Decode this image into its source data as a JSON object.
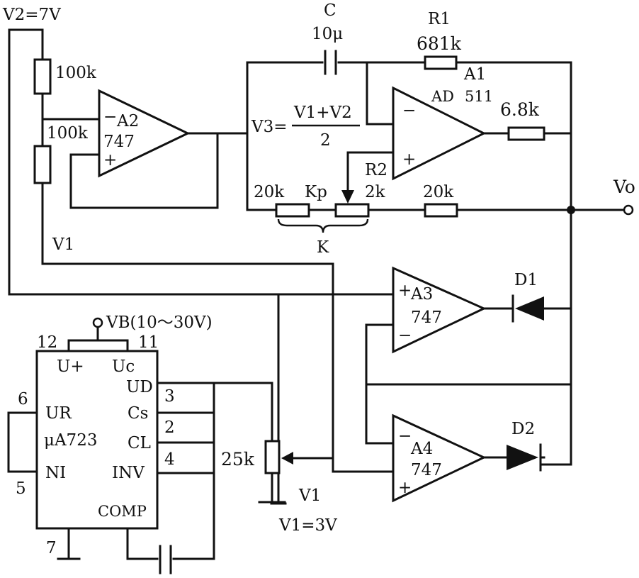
{
  "labels": {
    "v2": "V2=7V",
    "r_top": "100k",
    "r_bottom": "100k",
    "a2_name": "A2",
    "a2_model": "747",
    "minus": "−",
    "plus": "+",
    "c_name": "C",
    "c_value": "10μ",
    "r1_name": "R1",
    "r1_value": "681k",
    "a1_name": "A1",
    "a1_model1": "AD",
    "a1_model2": "511",
    "r_out": "6.8k",
    "v3_lhs": "V3=",
    "v3_num": "V1+V2",
    "v3_den": "2",
    "r2_name": "R2",
    "r2_value": "2k",
    "r_left": "20k",
    "kp": "Kp",
    "r_right": "20k",
    "k": "K",
    "vo": "Vo",
    "v1_left": "V1",
    "a3_name": "A3",
    "a3_model": "747",
    "d1": "D1",
    "vb": "VB(10～30V)",
    "pin12": "12",
    "pin11": "11",
    "u_plus": "U+",
    "uc": "Uc",
    "ud": "UD",
    "pin3": "3",
    "pin6": "6",
    "ur": "UR",
    "cs": "Cs",
    "pin2": "2",
    "ic_name": "μA723",
    "cl": "CL",
    "pin4": "4",
    "pin5": "5",
    "ni": "NI",
    "inv": "INV",
    "comp": "COMP",
    "pin7": "7",
    "pot": "25k",
    "v1_pot": "V1",
    "v1_val": "V1=3V",
    "a4_name": "A4",
    "a4_model": "747",
    "d2": "D2"
  }
}
